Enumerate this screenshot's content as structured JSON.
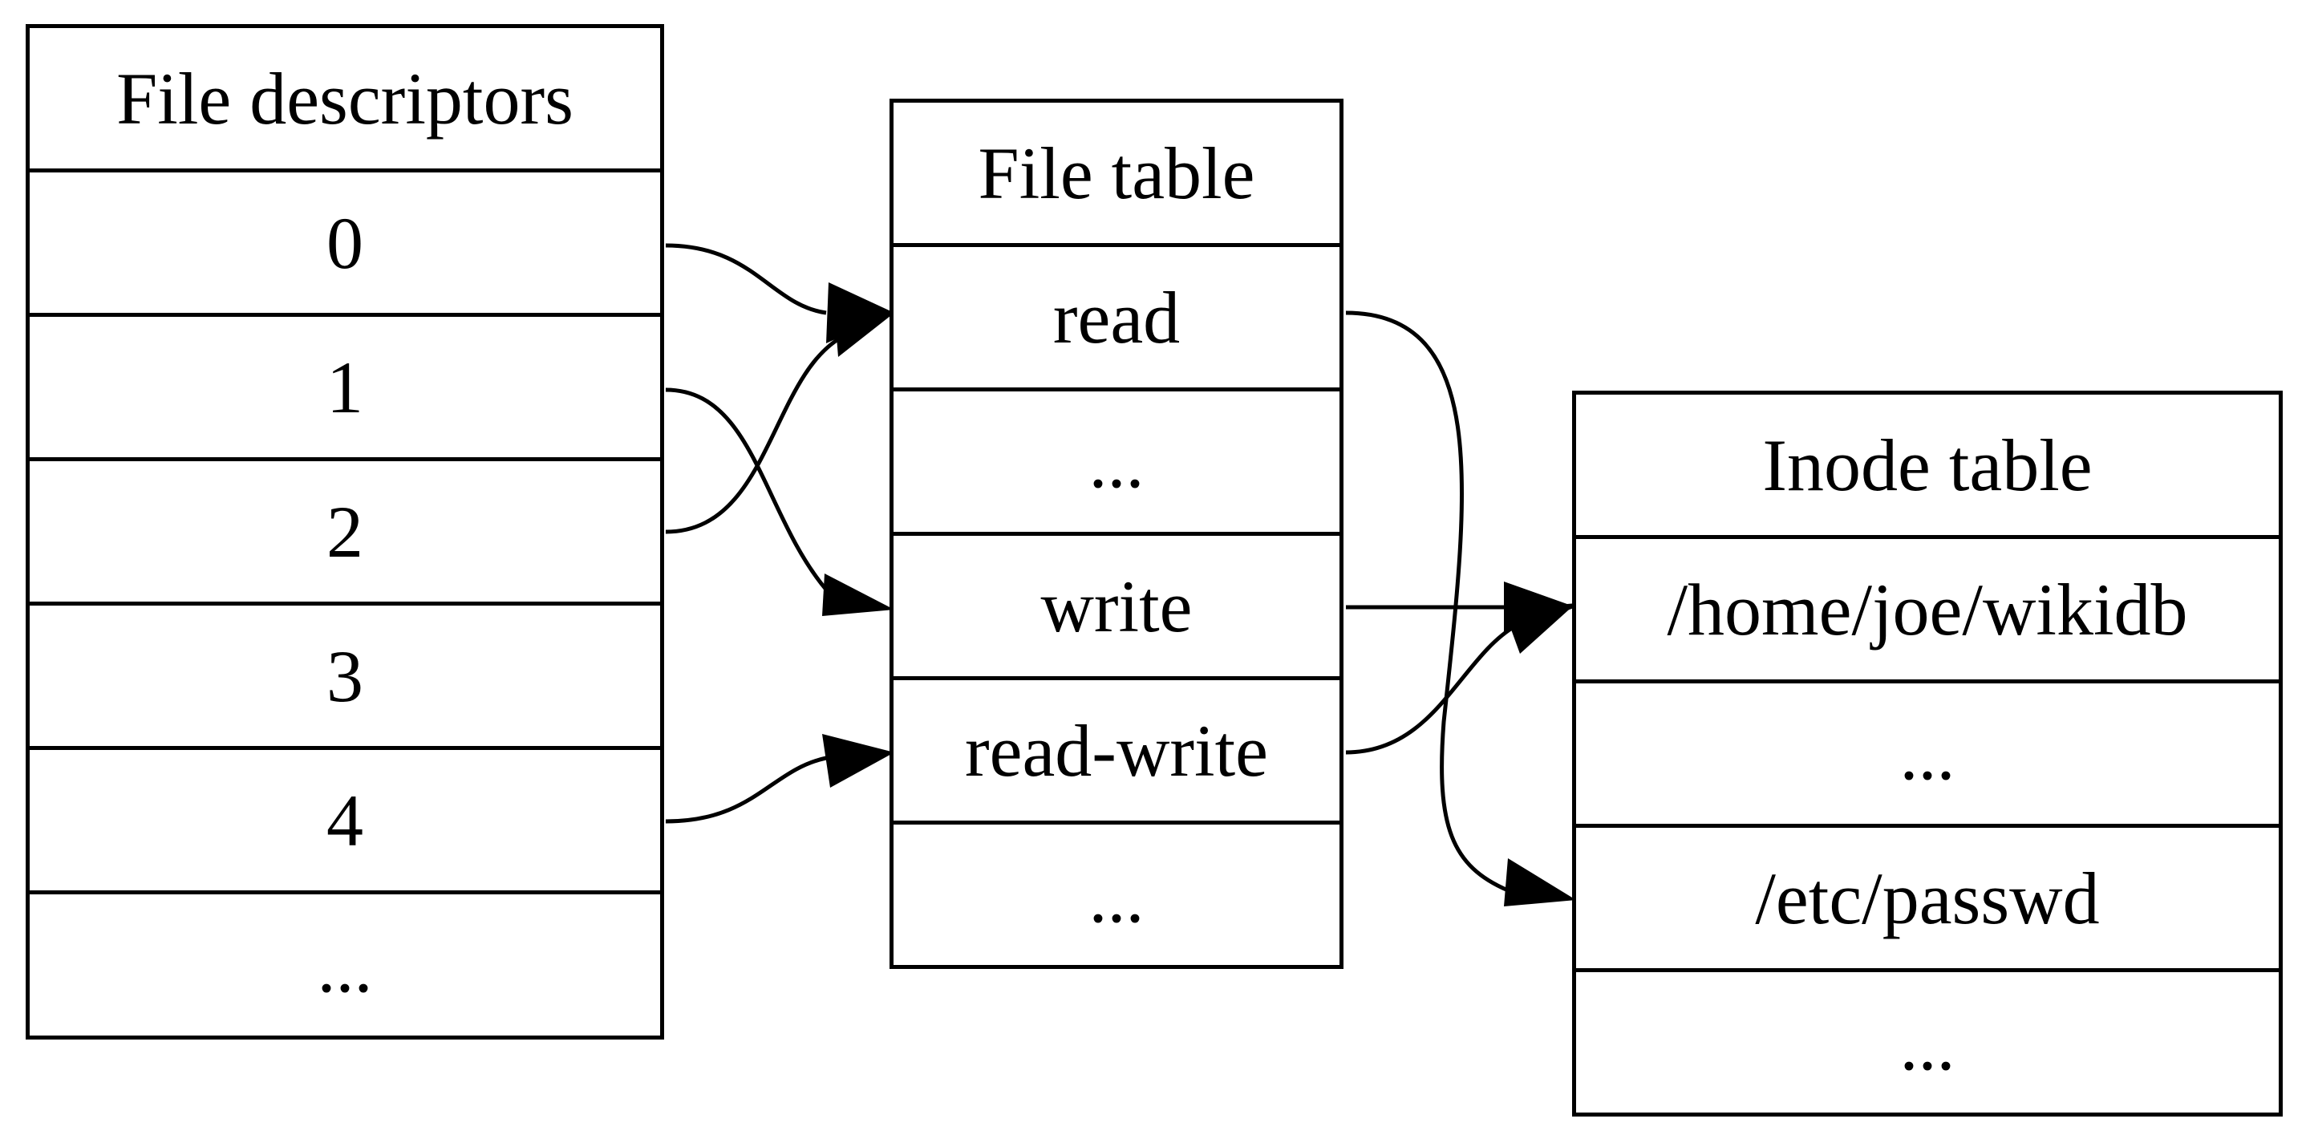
{
  "file_descriptors": {
    "header": "File descriptors",
    "rows": [
      "0",
      "1",
      "2",
      "3",
      "4",
      "..."
    ]
  },
  "file_table": {
    "header": "File table",
    "rows": [
      "read",
      "...",
      "write",
      "read-write",
      "..."
    ]
  },
  "inode_table": {
    "header": "Inode table",
    "rows": [
      "/home/joe/wikidb",
      "...",
      "/etc/passwd",
      "..."
    ]
  },
  "edges": [
    {
      "from": "file_descriptors.rows.0",
      "to": "file_table.rows.0"
    },
    {
      "from": "file_descriptors.rows.1",
      "to": "file_table.rows.2"
    },
    {
      "from": "file_descriptors.rows.2",
      "to": "file_table.rows.0"
    },
    {
      "from": "file_descriptors.rows.4",
      "to": "file_table.rows.3"
    },
    {
      "from": "file_table.rows.0",
      "to": "inode_table.rows.2"
    },
    {
      "from": "file_table.rows.2",
      "to": "inode_table.rows.0"
    },
    {
      "from": "file_table.rows.3",
      "to": "inode_table.rows.0"
    }
  ],
  "colors": {
    "stroke": "#000000",
    "background": "#ffffff"
  }
}
